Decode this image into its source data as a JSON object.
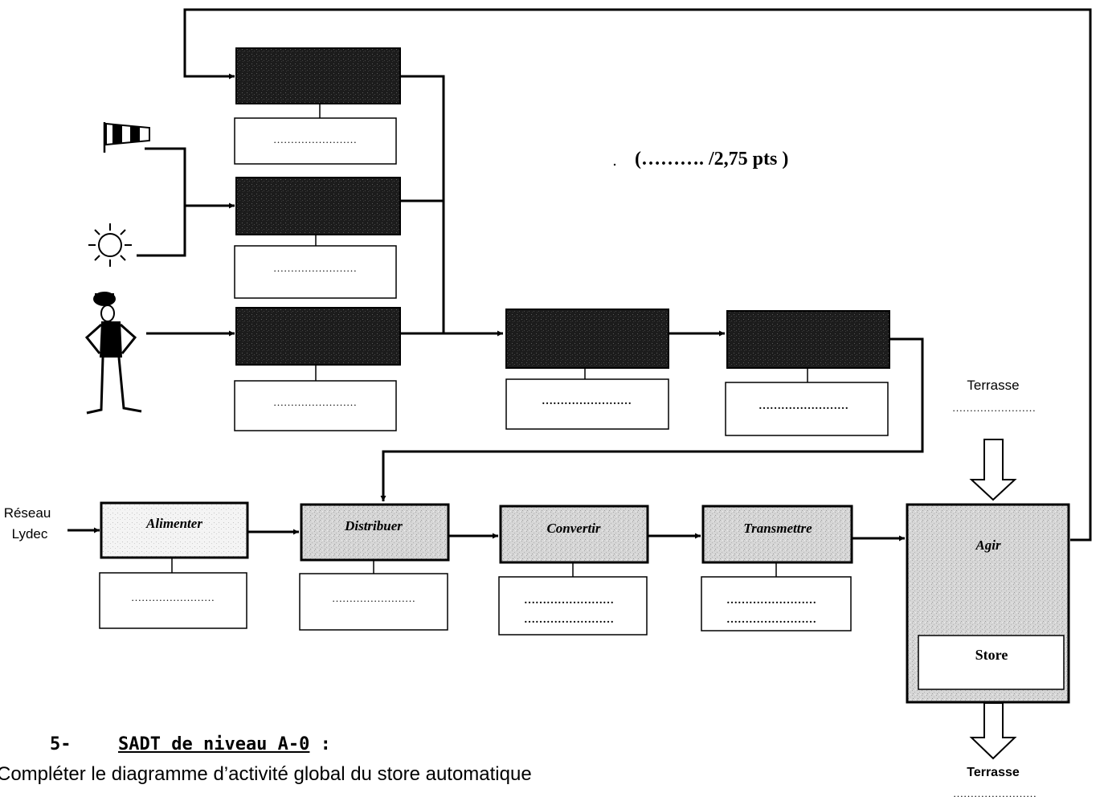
{
  "score": "(………. /2,75 pts )",
  "placeholder_short": "……………………",
  "placeholder_bold": "……………………",
  "input_label": [
    "Réseau",
    "Lydec"
  ],
  "functions": {
    "alimenter": "Alimenter",
    "distribuer": "Distribuer",
    "convertir": "Convertir",
    "transmettre": "Transmettre",
    "agir": "Agir",
    "store": "Store"
  },
  "terrasse_top": "Terrasse",
  "terrasse_bottom": "Terrasse",
  "section": {
    "number": "5-",
    "title": "SADT de niveau A-0",
    "colon": " :"
  },
  "instruction": "Compléter le diagramme d’activité global du store automatique"
}
